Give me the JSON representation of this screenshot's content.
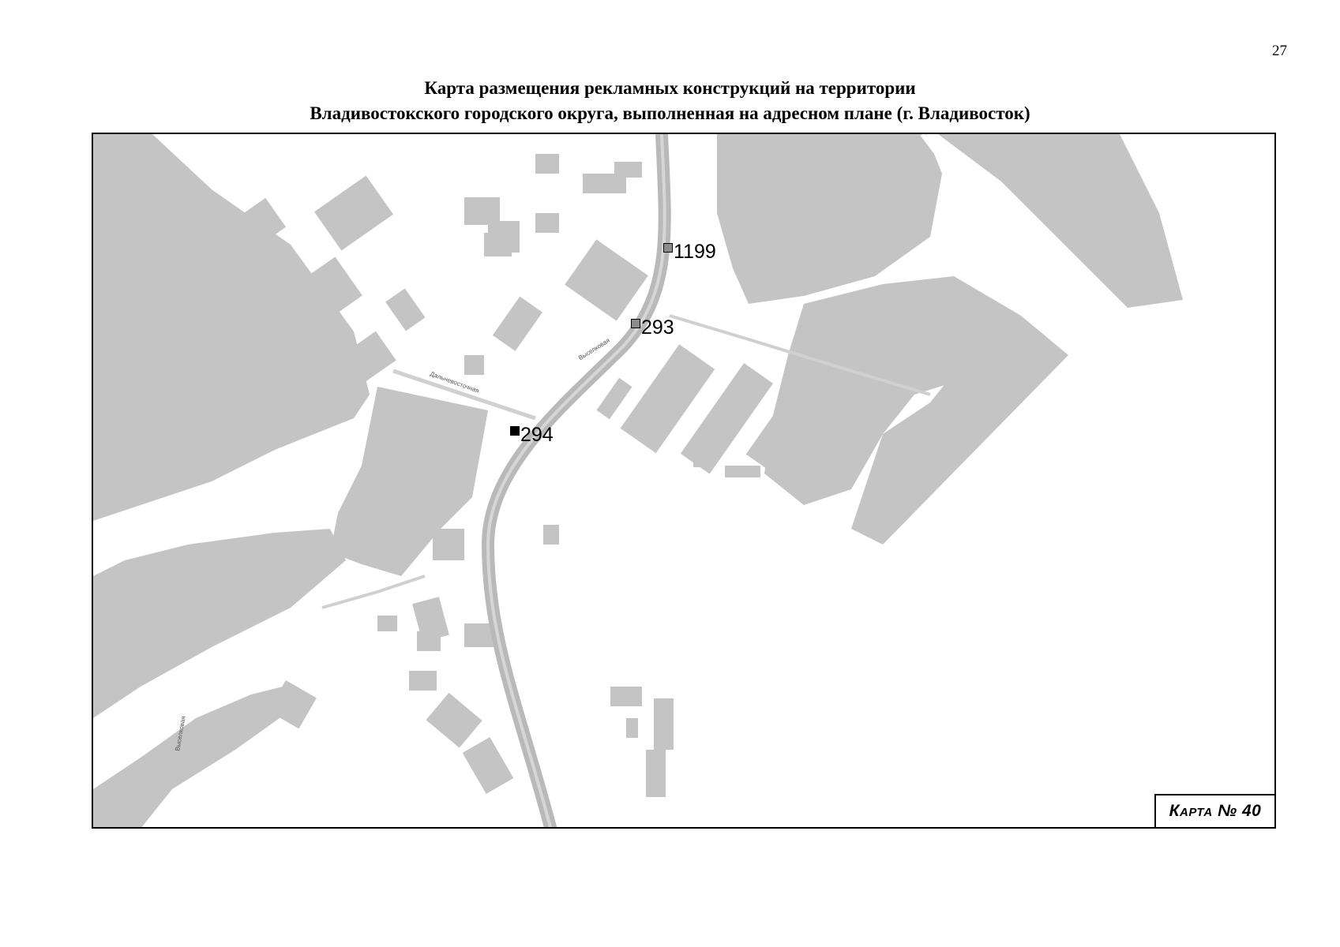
{
  "page_number": "27",
  "title": {
    "line1": "Карта размещения рекламных конструкций на территории",
    "line2": "Владивостокского городского округа, выполненная на адресном плане (г. Владивосток)"
  },
  "map": {
    "label": "Карта № 40",
    "markers": [
      {
        "id": "1199",
        "fill": "#8c8c8c"
      },
      {
        "id": "293",
        "fill": "#8c8c8c"
      },
      {
        "id": "294",
        "fill": "#000000"
      }
    ],
    "street_labels": [
      "Выселковая",
      "Выселковая",
      "Дальневосточная"
    ],
    "colors": {
      "terrain": "#c4c4c4",
      "road": "#b9b9b9",
      "background": "#ffffff"
    }
  }
}
